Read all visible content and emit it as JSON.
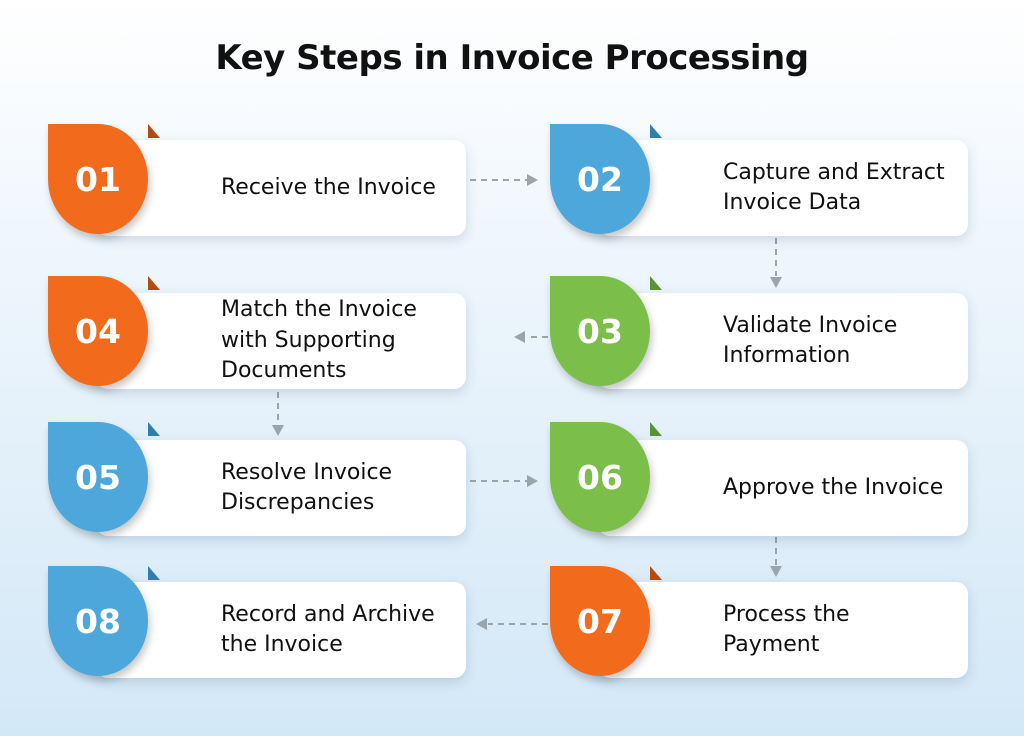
{
  "title": "Key Steps in Invoice Processing",
  "colors": {
    "orange": "#F26A1B",
    "orange_fold": "#B84A0E",
    "blue": "#4DA7DB",
    "blue_fold": "#2E7EB0",
    "green": "#7BBE4A",
    "green_fold": "#5A9234",
    "arrow": "#9AA4AD"
  },
  "steps": [
    {
      "number": "01",
      "label": "Receive the Invoice",
      "color": "orange"
    },
    {
      "number": "02",
      "label": "Capture and Extract Invoice Data",
      "color": "blue"
    },
    {
      "number": "03",
      "label": "Validate Invoice Information",
      "color": "green"
    },
    {
      "number": "04",
      "label": "Match the Invoice with Supporting Documents",
      "color": "orange"
    },
    {
      "number": "05",
      "label": "Resolve Invoice Discrepancies",
      "color": "blue"
    },
    {
      "number": "06",
      "label": "Approve the Invoice",
      "color": "green"
    },
    {
      "number": "07",
      "label": "Process the Payment",
      "color": "orange"
    },
    {
      "number": "08",
      "label": "Record and Archive the Invoice",
      "color": "blue"
    }
  ]
}
